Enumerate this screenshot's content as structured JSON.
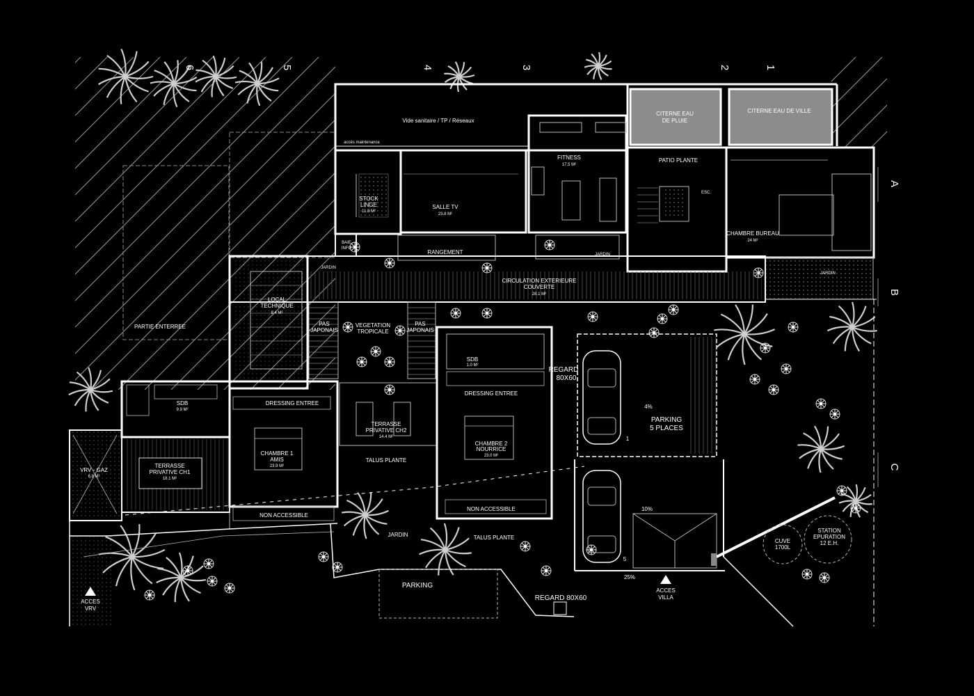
{
  "grid": {
    "columns": [
      "6",
      "5",
      "4",
      "3",
      "2",
      "1"
    ],
    "rows": [
      "A",
      "B",
      "C"
    ]
  },
  "service": {
    "vide_sanitaire": "Vide sanitaire / TP / Réseaux",
    "acces_maintenance": "accès maintenance",
    "citerne_pluie_l1": "CITERNE EAU",
    "citerne_pluie_l2": "DE PLUIE",
    "citerne_ville": "CITERNE EAU DE VILLE"
  },
  "rooms": {
    "stock_name": "STOCK",
    "stock_name2": "LINGE",
    "stock_area": "11.8 M²",
    "baie_info_l1": "BAIE",
    "baie_info_l2": "INFO",
    "salle_tv_name": "SALLE TV",
    "salle_tv_area": "23.8 M²",
    "rangement": "RANGEMENT",
    "fitness_name": "FITNESS",
    "fitness_area": "17.5 M²",
    "jardin_top": "JARDIN",
    "patio": "PATIO PLANTE",
    "esc": "ESC.",
    "chambre_bureau": "CHAMBRE BUREAU",
    "chambre_bureau_area": "24 M²",
    "jardin_right": "JARDIN",
    "circulation_l1": "CIRCULATION EXTERIEURE",
    "circulation_l2": "COUVERTE",
    "circulation_area": "28.1 M²",
    "local_tech_l1": "LOCAL",
    "local_tech_l2": "TECHNIQUE",
    "local_tech_area": "8.4 M²",
    "jardin_local": "JARDIN",
    "partie_enterree": "PARTIE ENTERREE",
    "pas_japonais_1_l1": "PAS",
    "pas_japonais_1_l2": "JAPONAIS",
    "vegetation_l1": "VEGETATION",
    "vegetation_l2": "TROPICALE",
    "pas_japonais_2_l1": "PAS",
    "pas_japonais_2_l2": "JAPONAIS",
    "sdb_1_name": "SDB",
    "sdb_1_area": "9.9 M²",
    "dressing_1": "DRESSING ENTREE",
    "chambre1_name": "CHAMBRE 1",
    "chambre1_sub": "AMIS",
    "chambre1_area": "23.9 M²",
    "terrasse_ch1_name": "TERRASSE",
    "terrasse_ch1_sub": "PRIVATIVE CH1",
    "terrasse_ch1_area": "18.1 M²",
    "vrv_name": "VRV - GAZ",
    "vrv_area": "6.8 M²",
    "terrasse_ch2_name": "TERRASSE",
    "terrasse_ch2_sub": "PRIVATIVE CH2",
    "terrasse_ch2_area": "14.4 M²",
    "talus_1": "TALUS PLANTE",
    "sdb_2_name": "SDB",
    "sdb_2_area": "1.0 M²",
    "dressing_2": "DRESSING ENTREE",
    "chambre2_name": "CHAMBRE 2",
    "chambre2_sub": "NOURRICE",
    "chambre2_area": "23.0 M²",
    "non_accessible_1": "NON ACCESSIBLE",
    "non_accessible_2": "NON ACCESSIBLE",
    "talus_2": "TALUS PLANTE",
    "jardin_bottom": "JARDIN"
  },
  "exterior": {
    "regard_1_l1": "REGARD",
    "regard_1_l2": "80X60",
    "parking_5_l1": "PARKING",
    "parking_5_l2": "5 PLACES",
    "slope_4": "4%",
    "slope_10": "10%",
    "slope_25": "25%",
    "parking": "PARKING",
    "regard_2": "REGARD 80X60",
    "cuve_l1": "CUVE",
    "cuve_l2": "1700L",
    "station_l1": "STATION",
    "station_l2": "EPURATION",
    "station_l3": "12 E.H.",
    "acces_vrv_l1": "ACCES",
    "acces_vrv_l2": "VRV",
    "acces_villa_l1": "ACCES",
    "acces_villa_l2": "VILLA",
    "spot_1": "1",
    "spot_5": "5"
  },
  "colors": {
    "background": "#000000",
    "line": "#ffffff",
    "hatch": "#9a9a9a",
    "tank_fill": "#8c8c8c"
  }
}
